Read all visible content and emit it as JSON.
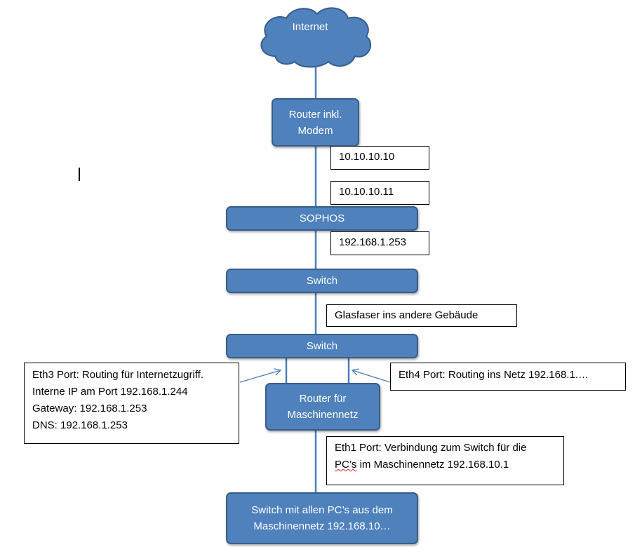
{
  "colors": {
    "node_fill": "#4f81bd",
    "node_border": "#385d8a",
    "line": "#4a7ebb"
  },
  "nodes": {
    "internet": "Internet",
    "router_modem": "Router inkl. Modem",
    "sophos": "SOPHOS",
    "switch_1": "Switch",
    "switch_2": "Switch",
    "router_maschinennetz": "Router für Maschinennetz",
    "switch_pcs": "Switch mit allen PC’s aus dem Maschinennetz 192.168.10…"
  },
  "labels": {
    "ip_router": "10.10.10.10",
    "ip_sophos_wan": "10.10.10.11",
    "ip_sophos_lan": "192.168.1.253",
    "glasfaser": "Glasfaser ins andere Gebäude",
    "eth3": {
      "line1": "Eth3 Port: Routing für Internetzugriff.",
      "line2": "Interne IP am Port 192.168.1.244",
      "line3": "Gateway: 192.168.1.253",
      "line4": "DNS: 192.168.1.253"
    },
    "eth4": "Eth4 Port: Routing ins Netz 192.168.1.…",
    "eth1": {
      "line1": "Eth1 Port: Verbindung zum Switch für die",
      "line2_word": "PC’s",
      "line2_rest": " im Maschinennetz 192.168.10.1"
    }
  }
}
